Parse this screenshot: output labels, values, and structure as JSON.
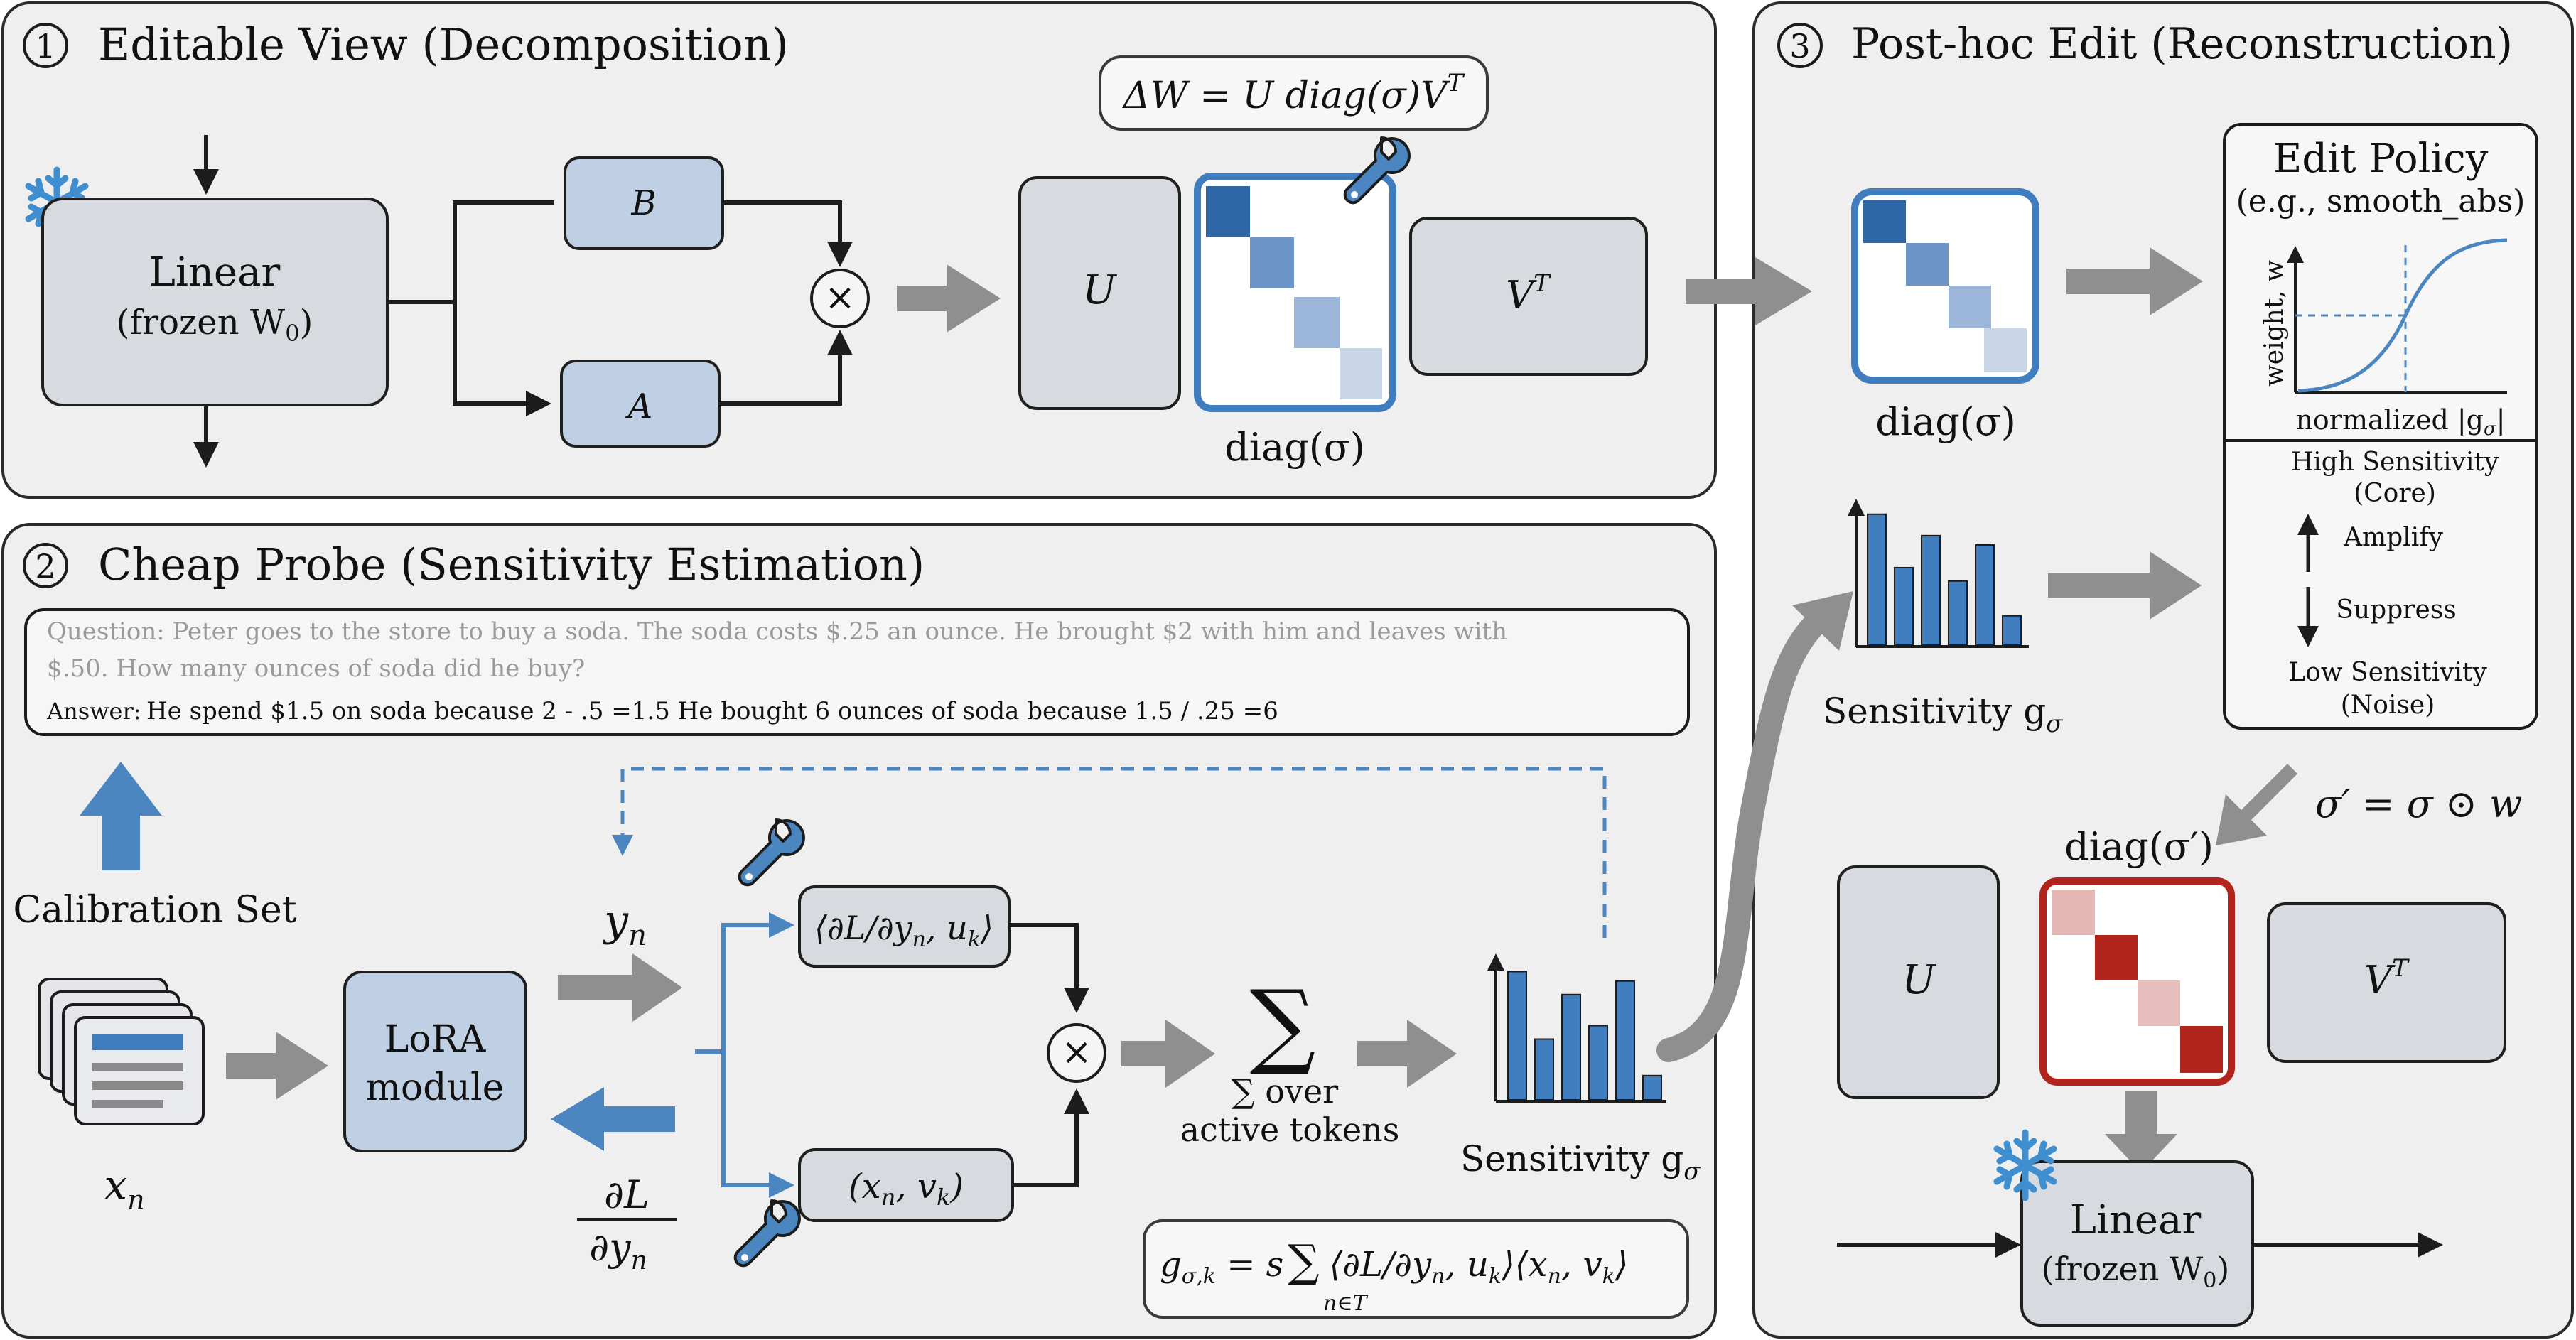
{
  "colors": {
    "panel_fill": "#efefef",
    "accent_blue": "#4b86c1",
    "bar_blue": "#3f7dbf",
    "accent_red": "#b1251c",
    "grey_arrow": "#8f8f8f",
    "module_blue": "#c0d0e4",
    "module_grey": "#d7dbe0"
  },
  "icons": {
    "snowflake": "snowflake-icon",
    "wrench": "wrench-icon",
    "stack": "document-stack-icon",
    "multiply": "multiply-operator-icon"
  },
  "panel1": {
    "number": "1",
    "title": "Editable View (Decomposition)",
    "linear_label": "Linear",
    "linear_sub": "(frozen W",
    "linear_sub_index": "0",
    "linear_sub_close": ")",
    "b_label": "B",
    "a_label": "A",
    "multiply": "×",
    "u_label": "U",
    "vt_label": "V",
    "vt_sup": "T",
    "diag_label": "diag(σ)",
    "formula": "ΔW = U diag(σ)V",
    "formula_sup": "T"
  },
  "panel2": {
    "number": "2",
    "title": "Cheap Probe (Sensitivity Estimation)",
    "question_line1": "Question: Peter goes to the store to buy a soda.  The soda costs $.25 an ounce.  He brought $2 with him and leaves with",
    "question_line2": "$.50.  How many ounces of soda did he buy?",
    "answer_prefix": "Answer:",
    "answer_text": "He spend $1.5 on soda because 2 - .5 =1.5 He bought 6 ounces of soda  because 1.5 / .25 =6",
    "calibration_label": "Calibration Set",
    "xn_label": "x",
    "xn_sub": "n",
    "lora_line1": "LoRA",
    "lora_line2": "module",
    "yn_label": "y",
    "yn_sub": "n",
    "grad_num": "∂L",
    "grad_den": "∂y",
    "grad_den_sub": "n",
    "inner_top": "⟨∂L/∂y",
    "inner_top_sub": "n",
    "inner_top_end": ", u",
    "inner_top_k": "k",
    "inner_top_close": "⟩",
    "inner_bottom": "(x",
    "inner_bottom_sub": "n",
    "inner_bottom_mid": ", v",
    "inner_bottom_k": "k",
    "inner_bottom_close": ")",
    "multiply": "×",
    "sum_symbol": "∑",
    "sum_caption_line1": "∑ over",
    "sum_caption_line2": "active tokens",
    "sensitivity_label": "Sensitivity g",
    "sensitivity_sub": "σ",
    "formula_lhs": "g",
    "formula_lhs_sub": "σ,k",
    "formula_eq": " = s",
    "formula_sum": "∑",
    "formula_sum_sub": "n∈T",
    "formula_rhs": "⟨∂L/∂y",
    "formula_rhs_sub": "n",
    "formula_rhs_mid": ", u",
    "formula_rhs_k": "k",
    "formula_rhs_mid2": "⟩⟨x",
    "formula_rhs_n2": "n",
    "formula_rhs_mid3": ", v",
    "formula_rhs_k2": "k",
    "formula_rhs_close": "⟩"
  },
  "panel3": {
    "number": "3",
    "title": "Post-hoc Edit (Reconstruction)",
    "diag_label": "diag(σ)",
    "sensitivity_label": "Sensitivity g",
    "sensitivity_sub": "σ",
    "policy_title": "Edit Policy",
    "policy_sub": "(e.g., smooth_abs)",
    "policy_ylabel": "weight, w",
    "policy_xlabel": "normalized |g",
    "policy_xlabel_sub": "σ",
    "policy_xlabel_close": "|",
    "high_line1": "High Sensitivity",
    "high_line2": "(Core)",
    "amplify": "Amplify",
    "suppress": "Suppress",
    "low_line1": "Low Sensitivity",
    "low_line2": "(Noise)",
    "sigma_prime": "σ′ = σ ⊙ w",
    "diag_prime": "diag(σ′)",
    "u_label": "U",
    "vt_label": "V",
    "vt_sup": "T",
    "linear_label": "Linear",
    "linear_sub": "(frozen W",
    "linear_sub_index": "0",
    "linear_sub_close": ")"
  },
  "chart_data": [
    {
      "type": "bar",
      "title": "",
      "xlabel": "",
      "ylabel": "",
      "values": [
        0.95,
        0.45,
        0.78,
        0.55,
        0.88,
        0.18
      ]
    },
    {
      "type": "bar",
      "title": "",
      "xlabel": "",
      "ylabel": "",
      "values": [
        0.98,
        0.58,
        0.82,
        0.48,
        0.75,
        0.22
      ]
    }
  ]
}
